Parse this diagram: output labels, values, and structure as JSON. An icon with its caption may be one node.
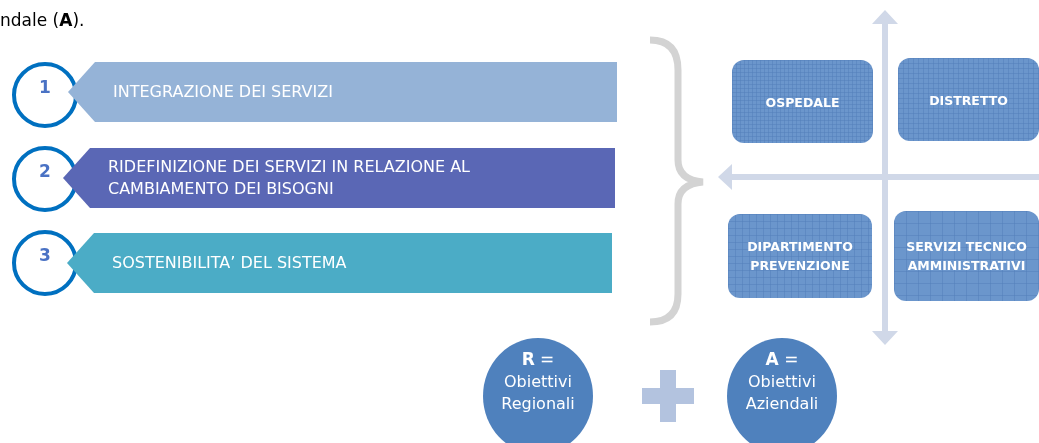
{
  "diagram": {
    "nodes": [
      {
        "text": [
          "1"
        ]
      },
      {
        "text": [
          "INTEGRAZIONE DEI SERVIZI"
        ]
      },
      {
        "text": [
          "2"
        ]
      },
      {
        "text": [
          "RIDEFINIZIONE DEI SERVIZI IN RELAZIONE AL CAMBIAMENTO DEI BISOGNI"
        ]
      },
      {
        "text": [
          "3"
        ]
      },
      {
        "text": [
          "SOSTENIBILITA’ DEL SISTEMA"
        ]
      },
      {
        "text": [
          "OSPEDALE"
        ]
      },
      {
        "text": [
          "DISTRETTO"
        ]
      },
      {
        "text": [
          "DIPARTIMENTO PREVENZIONE"
        ]
      },
      {
        "text": [
          "SERVIZI TECNICO AMMINISTRATIVI"
        ]
      },
      {
        "text": [
          "**R** =",
          "Obiettivi Regionali"
        ]
      },
      {
        "text": [
          "**A** =",
          "Obiettivi Aziendali"
        ]
      }
    ],
    "labels": [
      "ndale (**A**)."
    ]
  }
}
